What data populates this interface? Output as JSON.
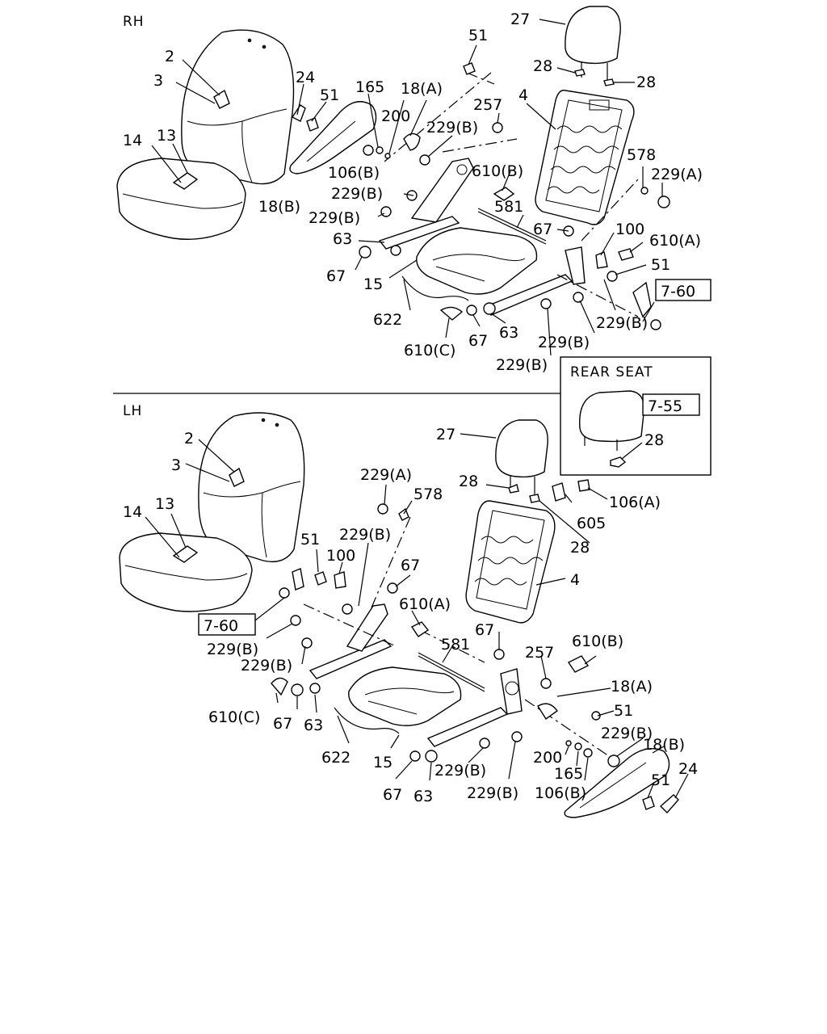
{
  "sections": {
    "rh": "RH",
    "lh": "LH",
    "rear_seat": "REAR SEAT"
  },
  "refs": {
    "ref_7_60": "7-60",
    "ref_7_55": "7-55"
  },
  "labels": {
    "p2": "2",
    "p3": "3",
    "p4": "4",
    "p13": "13",
    "p14": "14",
    "p15": "15",
    "p18a": "18(A)",
    "p18b": "18(B)",
    "p24": "24",
    "p27": "27",
    "p28": "28",
    "p51": "51",
    "p63": "63",
    "p67": "67",
    "p100": "100",
    "p106a": "106(A)",
    "p106b": "106(B)",
    "p165": "165",
    "p200": "200",
    "p229a": "229(A)",
    "p229b": "229(B)",
    "p257": "257",
    "p578": "578",
    "p581": "581",
    "p605": "605",
    "p610a": "610(A)",
    "p610b": "610(B)",
    "p610c": "610(C)",
    "p622": "622"
  }
}
